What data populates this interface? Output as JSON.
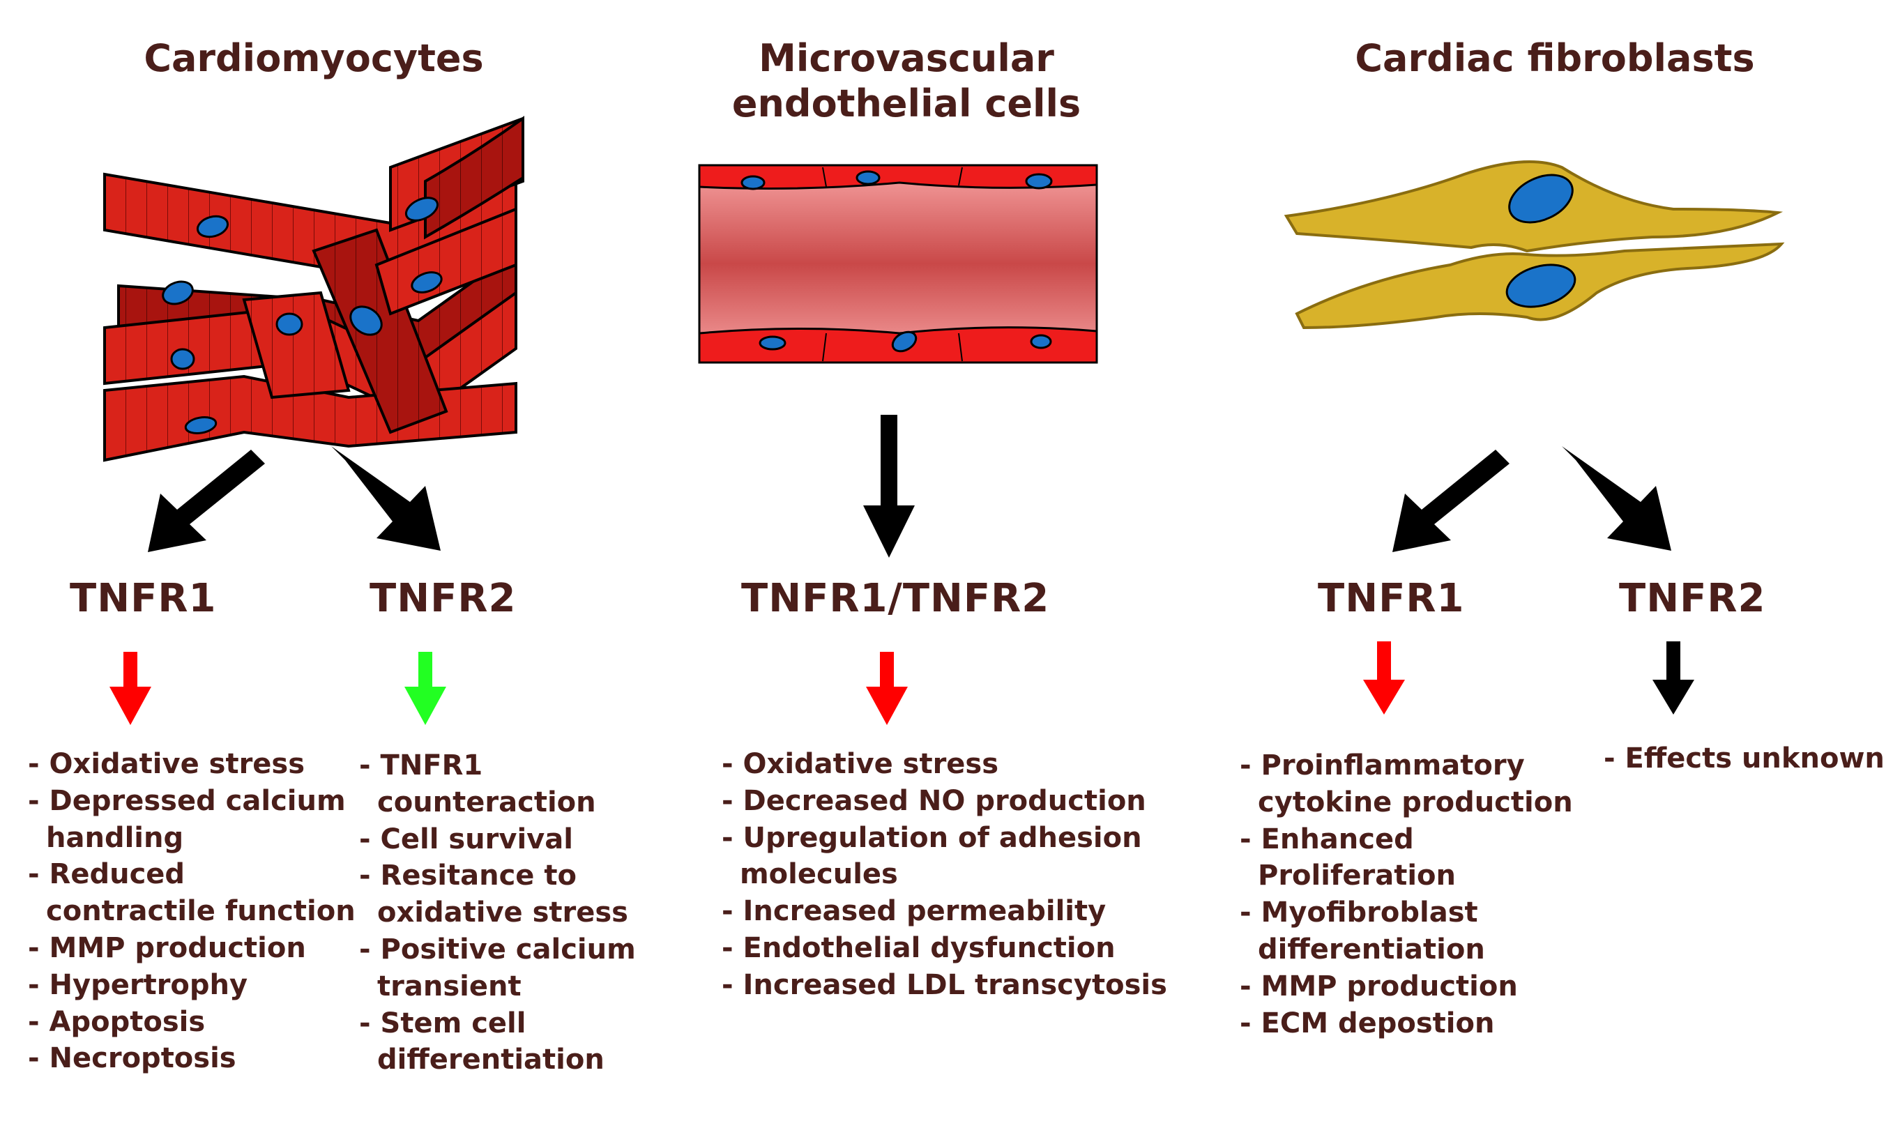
{
  "columns": [
    {
      "title": "Cardiomyocytes",
      "branches": [
        {
          "receptor": "TNFR1",
          "arrow_color": "#ff0000",
          "effects": [
            "Oxidative stress",
            "Depressed calcium handling",
            "Reduced contractile function",
            "MMP production",
            "Hypertrophy",
            "Apoptosis",
            "Necroptosis"
          ]
        },
        {
          "receptor": "TNFR2",
          "arrow_color": "#22ff22",
          "effects": [
            "TNFR1 counteraction",
            "Cell survival",
            "Resitance to oxidative stress",
            "Positive calcium transient",
            "Stem cell differentiation"
          ]
        }
      ]
    },
    {
      "title": "Microvascular endothelial cells",
      "branches": [
        {
          "receptor": "TNFR1/TNFR2",
          "arrow_color": "#ff0000",
          "effects": [
            "Oxidative stress",
            "Decreased NO production",
            "Upregulation of adhesion molecules",
            "Increased permeability",
            "Endothelial dysfunction",
            "Increased LDL transcytosis"
          ]
        }
      ]
    },
    {
      "title": "Cardiac fibroblasts",
      "branches": [
        {
          "receptor": "TNFR1",
          "arrow_color": "#ff0000",
          "effects": [
            "Proinflammatory cytokine production",
            "Enhanced Proliferation",
            "Myofibroblast differentiation",
            "MMP production",
            "ECM depostion"
          ]
        },
        {
          "receptor": "TNFR2",
          "arrow_color": "#000000",
          "effects": [
            "Effects unknown"
          ]
        }
      ]
    }
  ],
  "colors": {
    "text": "#4a1e1a",
    "cardiomyocyte": "#d9231a",
    "vessel_wall": "#ee1c1c",
    "lumen": "#f28080",
    "nucleus": "#1a73c9",
    "fibroblast": "#d8b22a"
  }
}
